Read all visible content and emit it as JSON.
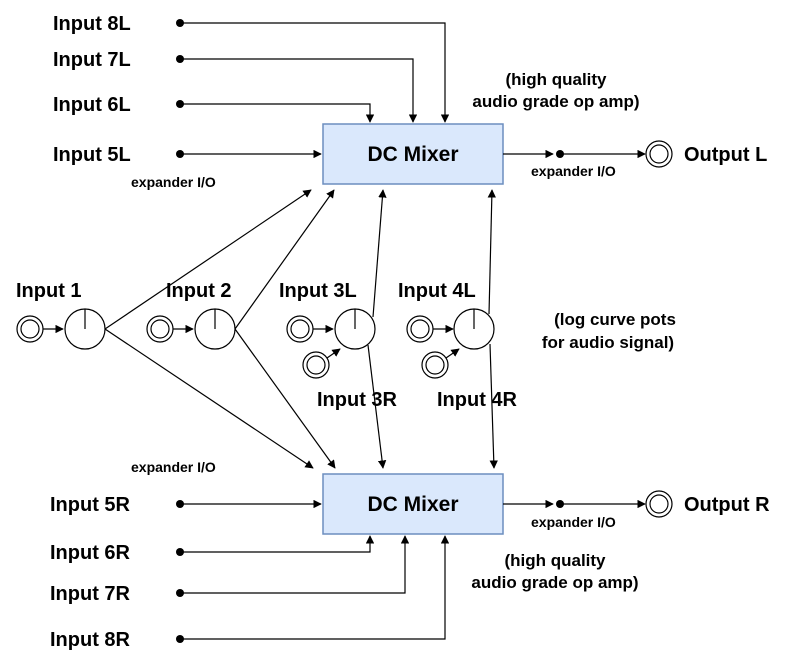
{
  "mixer_top": {
    "title": "DC Mixer"
  },
  "mixer_bottom": {
    "title": "DC Mixer"
  },
  "labels": {
    "in8l": "Input 8L",
    "in7l": "Input 7L",
    "in6l": "Input 6L",
    "in5l": "Input 5L",
    "in1": "Input 1",
    "in2": "Input 2",
    "in3l": "Input 3L",
    "in4l": "Input 4L",
    "in3r": "Input 3R",
    "in4r": "Input 4R",
    "in5r": "Input 5R",
    "in6r": "Input 6R",
    "in7r": "Input 7R",
    "in8r": "Input 8R",
    "outl": "Output L",
    "outr": "Output R"
  },
  "notes": {
    "hq_top_1": "(high quality",
    "hq_top_2": "audio grade op amp)",
    "hq_bot_1": "(high quality",
    "hq_bot_2": "audio grade op amp)",
    "log_1": "(log curve pots",
    "log_2": "for audio signal)",
    "exp_top_left": "expander I/O",
    "exp_top_right": "expander I/O",
    "exp_bot_left": "expander I/O",
    "exp_bot_right": "expander I/O"
  }
}
